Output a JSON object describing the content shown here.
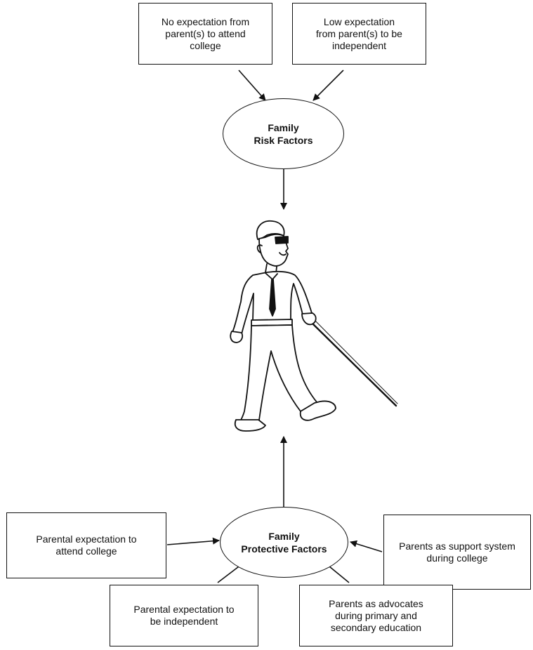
{
  "risk": {
    "title_line1": "Family",
    "title_line2": "Risk Factors",
    "box1": {
      "l1": "No expectation from",
      "l2": "parent(s) to attend",
      "l3": "college"
    },
    "box2": {
      "l1": "Low expectation",
      "l2": "from parent(s) to be",
      "l3": "independent"
    }
  },
  "protective": {
    "title_line1": "Family",
    "title_line2": "Protective Factors",
    "box_left": {
      "l1": "Parental expectation to",
      "l2": "attend college"
    },
    "box_bottom_left": {
      "l1": "Parental expectation to",
      "l2": "be independent"
    },
    "box_bottom_right": {
      "l1": "Parents as advocates",
      "l2": "during primary and",
      "l3": "secondary education"
    },
    "box_right": {
      "l1": "Parents as support system",
      "l2": "during college"
    }
  },
  "figure": {
    "icon": "person-with-white-cane-icon"
  },
  "colors": {
    "stroke": "#111111",
    "background": "#ffffff"
  }
}
